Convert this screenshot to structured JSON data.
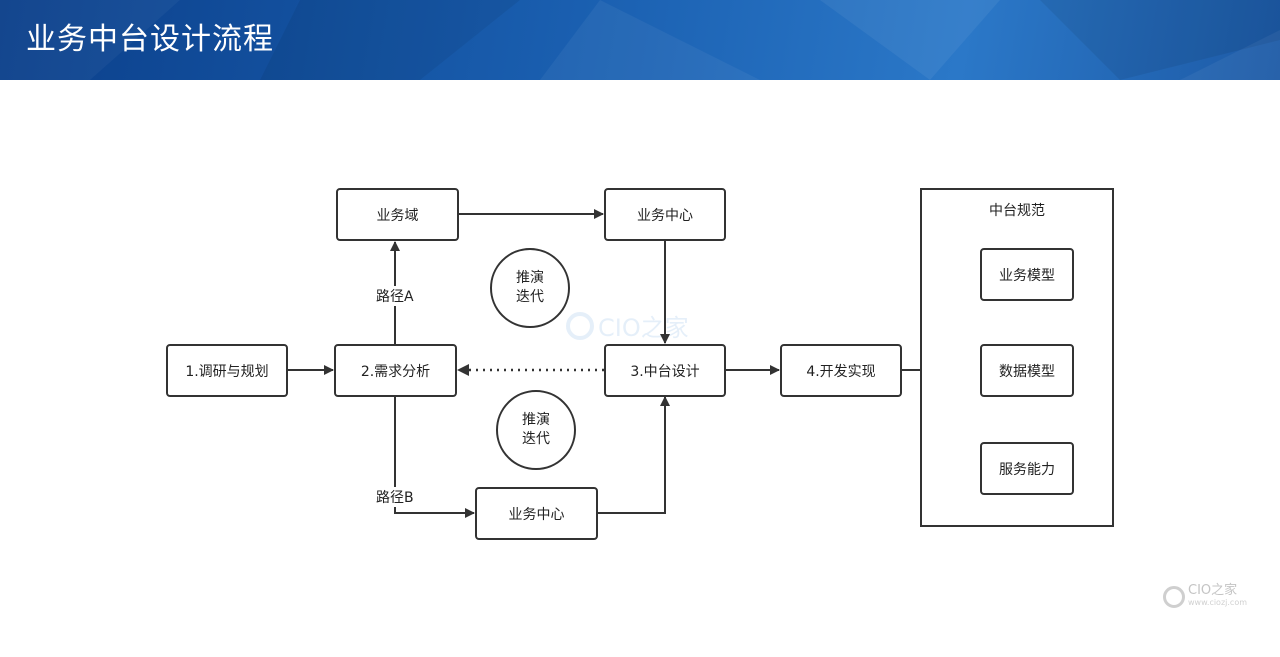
{
  "header": {
    "title": "业务中台设计流程"
  },
  "diagram": {
    "nodes": {
      "research": "1.调研与规划",
      "requirement": "2.需求分析",
      "business_domain": "业务域",
      "business_center_top": "业务中心",
      "platform_design": "3.中台设计",
      "development": "4.开发实现",
      "business_center_bottom": "业务中心"
    },
    "iterate_top": {
      "line1": "推演",
      "line2": "迭代"
    },
    "iterate_bottom": {
      "line1": "推演",
      "line2": "迭代"
    },
    "edge_labels": {
      "path_a": "路径A",
      "path_b": "路径B"
    },
    "spec_group": {
      "title": "中台规范",
      "items": [
        "业务模型",
        "数据模型",
        "服务能力"
      ]
    }
  },
  "watermark": {
    "text": "CIO之家"
  },
  "logo": {
    "main": "CIO之家",
    "sub": "www.ciozj.com"
  },
  "colors": {
    "banner": "#1a5fb0",
    "stroke": "#333333"
  }
}
